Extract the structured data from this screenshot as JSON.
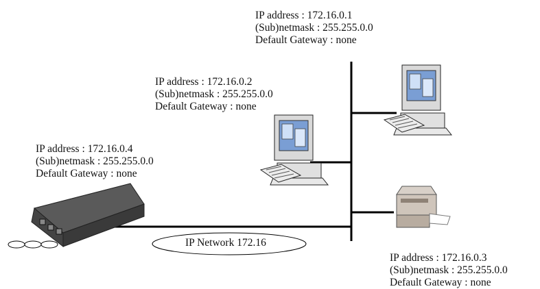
{
  "nodes": [
    {
      "id": "pc-top",
      "ip_line": "IP address  : 172.16.0.1",
      "mask_line": "(Sub)netmask : 255.255.0.0",
      "gw_line": "Default Gateway : none"
    },
    {
      "id": "pc-mid",
      "ip_line": "IP address  : 172.16.0.2",
      "mask_line": "(Sub)netmask : 255.255.0.0",
      "gw_line": "Default Gateway : none"
    },
    {
      "id": "printer",
      "ip_line": "IP address  : 172.16.0.3",
      "mask_line": "(Sub)netmask : 255.255.0.0",
      "gw_line": "Default Gateway : none"
    },
    {
      "id": "router",
      "ip_line": "IP address  : 172.16.0.4",
      "mask_line": "(Sub)netmask : 255.255.0.0",
      "gw_line": "Default Gateway : none"
    }
  ],
  "network": {
    "label": "IP Network 172.16"
  },
  "icons": [
    "desktop-computer-icon",
    "desktop-computer-icon",
    "printer-icon",
    "router-icon"
  ]
}
